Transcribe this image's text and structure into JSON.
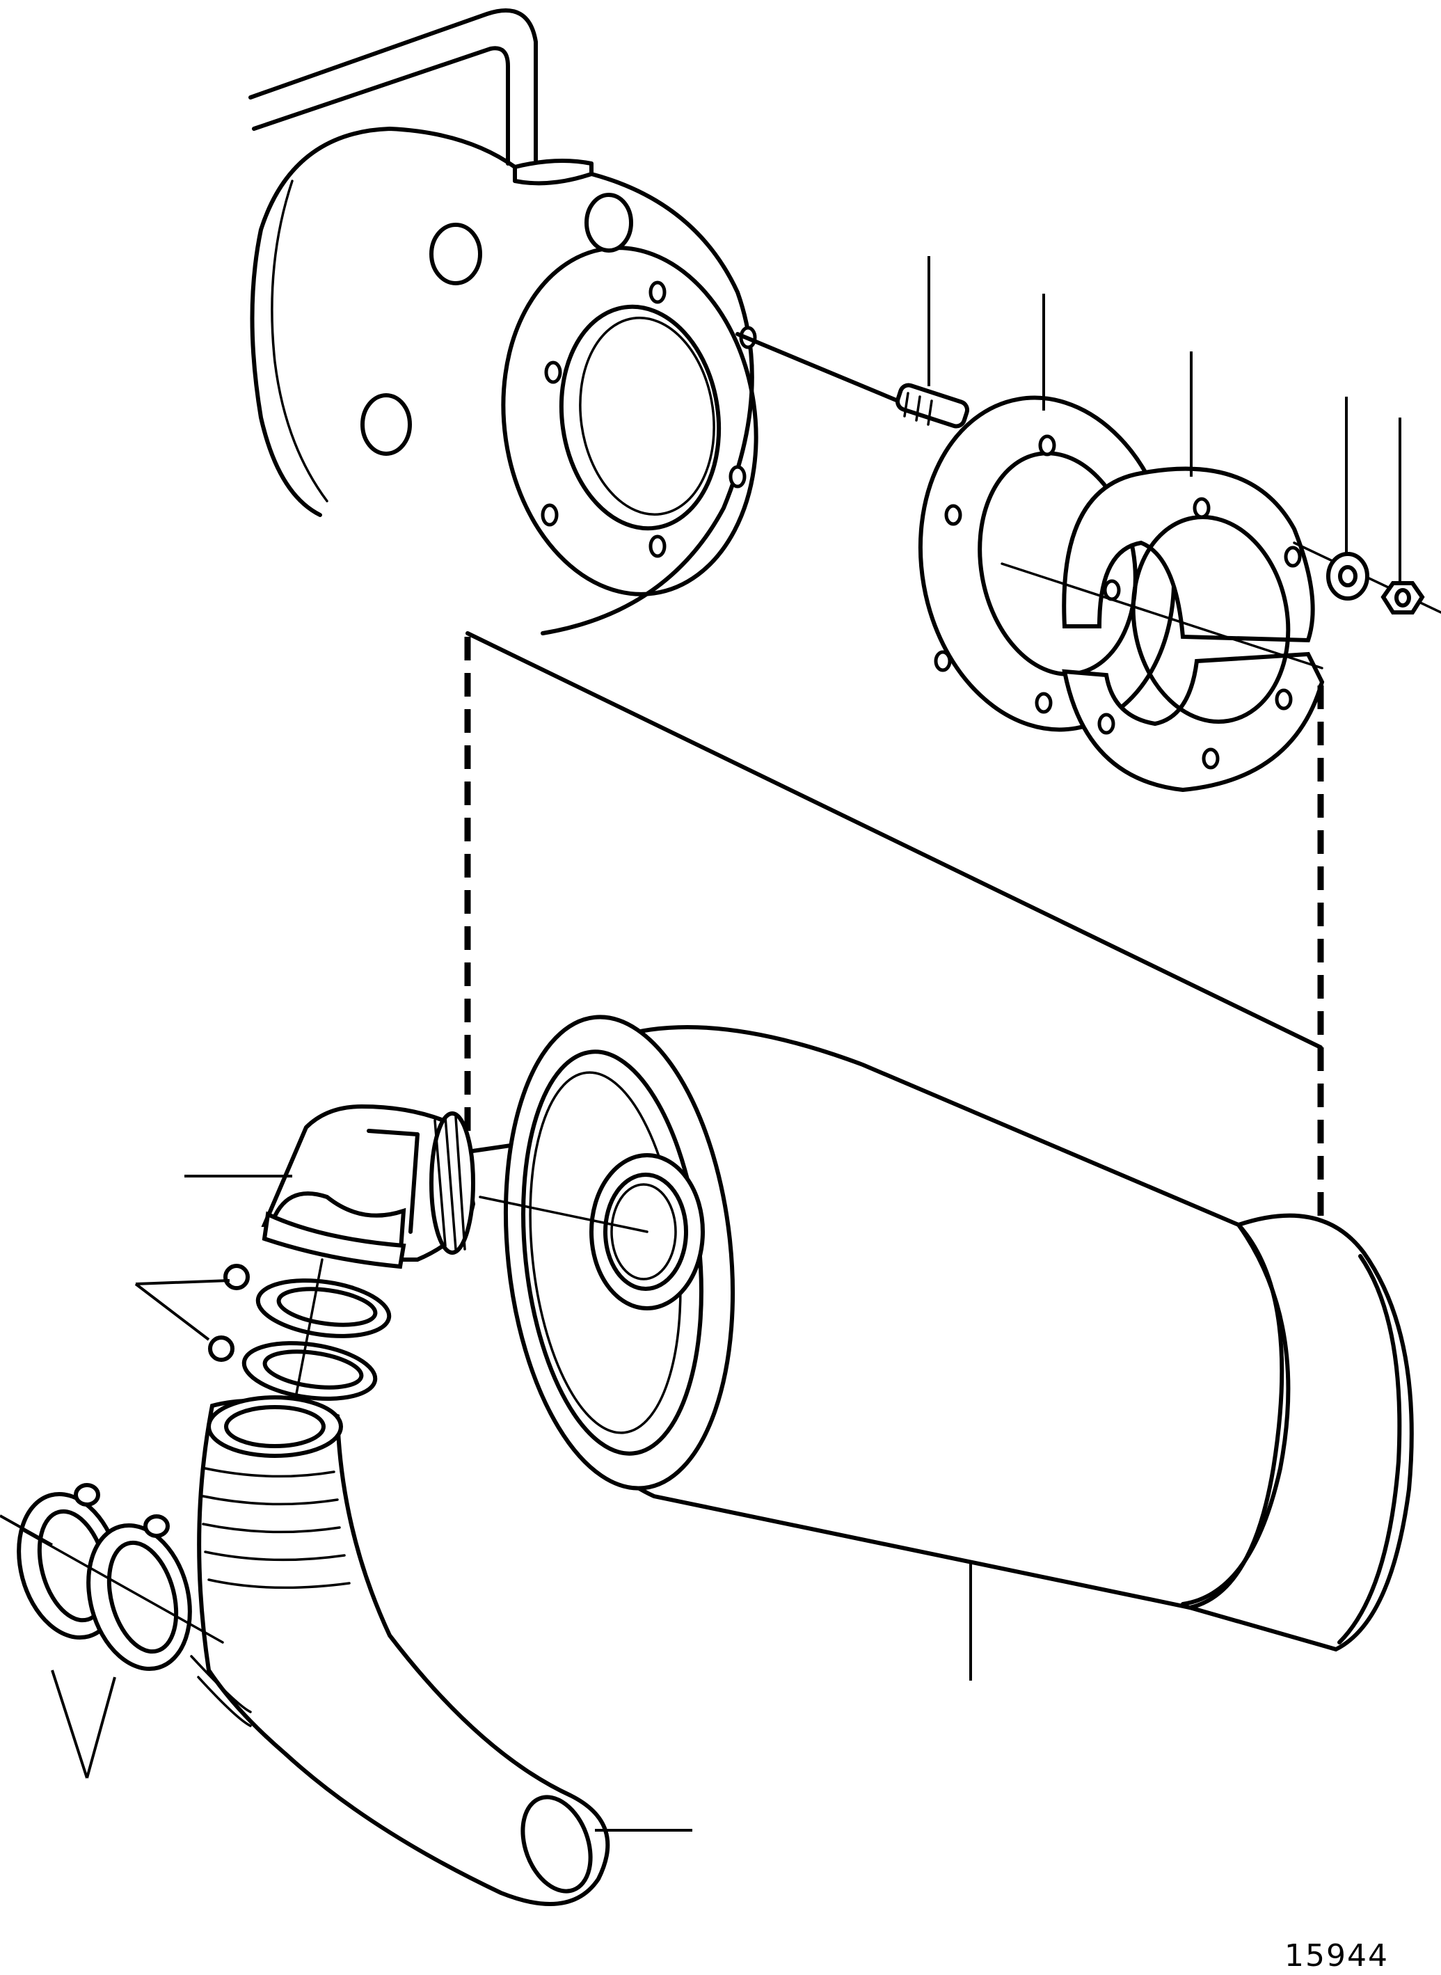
{
  "figure": {
    "number": "15944"
  },
  "parts": [
    {
      "name": "stud"
    },
    {
      "name": "gasket"
    },
    {
      "name": "split-flange"
    },
    {
      "name": "washer"
    },
    {
      "name": "nut"
    },
    {
      "name": "elbow"
    },
    {
      "name": "hose-clamps-upper"
    },
    {
      "name": "hose-clamps-lower"
    },
    {
      "name": "exhaust-hose"
    },
    {
      "name": "silencer"
    }
  ]
}
